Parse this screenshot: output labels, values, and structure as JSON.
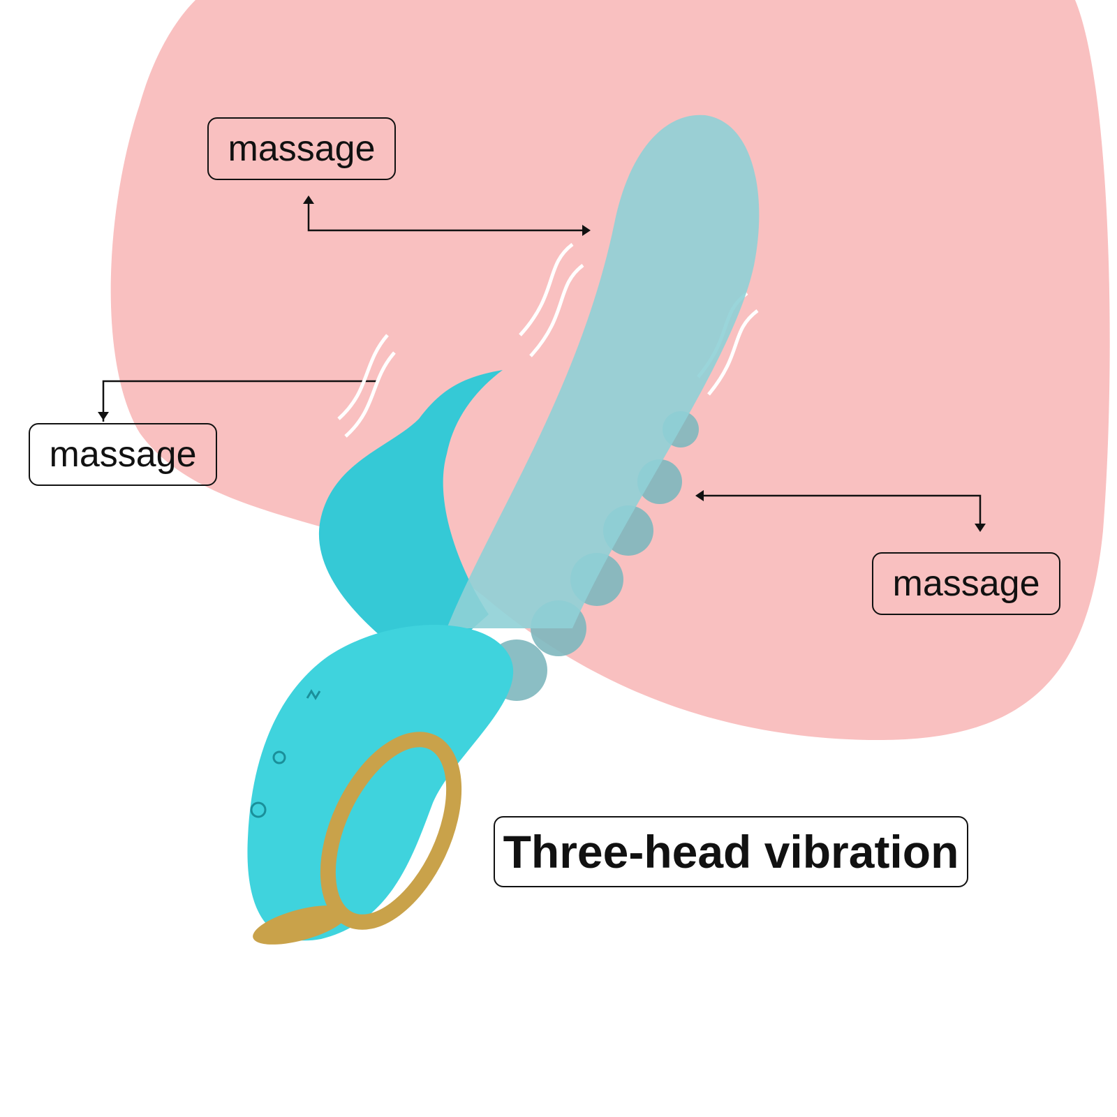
{
  "labels": {
    "top_left": "massage",
    "middle_left": "massage",
    "right": "massage",
    "headline": "Three-head vibration"
  },
  "colors": {
    "background": "#ffffff",
    "blob": "#f9c0c0",
    "product_body": "#3fd3dd",
    "product_shaft": "#8fd0d6",
    "accent_gold": "#c9a24a"
  }
}
